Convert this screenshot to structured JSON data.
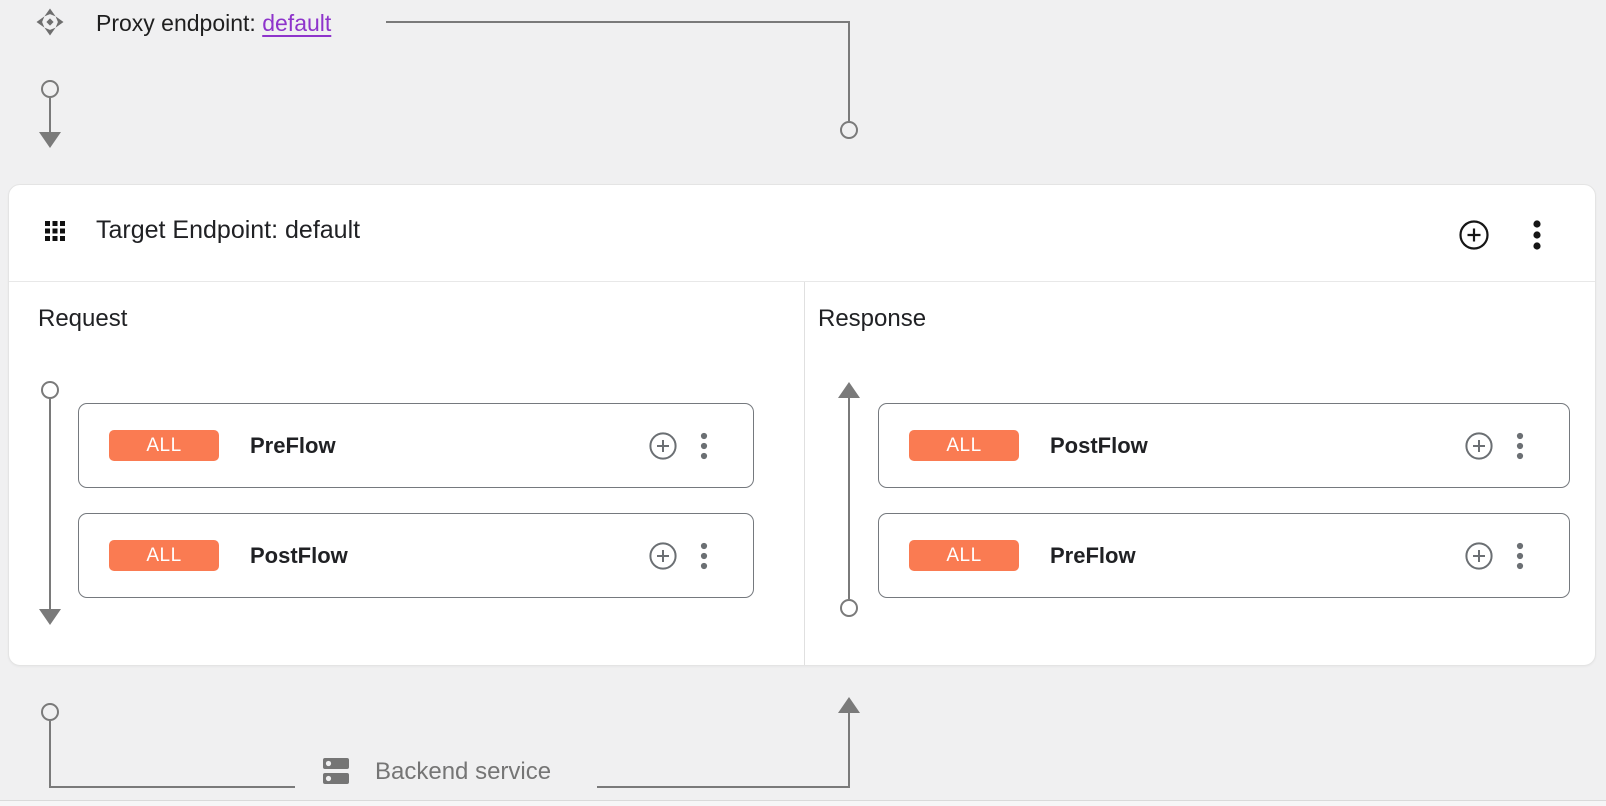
{
  "proxy_endpoint": {
    "label": "Proxy endpoint:",
    "link_text": "default"
  },
  "target_endpoint": {
    "title": "Target Endpoint: default",
    "header_icons": [
      "drag-grid-icon",
      "add-circle-icon",
      "more-vert-icon"
    ]
  },
  "request_column": {
    "label": "Request",
    "flows": [
      {
        "badge": "ALL",
        "name": "PreFlow"
      },
      {
        "badge": "ALL",
        "name": "PostFlow"
      }
    ]
  },
  "response_column": {
    "label": "Response",
    "flows": [
      {
        "badge": "ALL",
        "name": "PostFlow"
      },
      {
        "badge": "ALL",
        "name": "PreFlow"
      }
    ]
  },
  "backend": {
    "label": "Backend service"
  },
  "colors": {
    "badge_orange": "#FA7B52",
    "link_purple": "#8E34CB",
    "connector_gray": "#7A7A7A",
    "canvas_background": "#F0F0F1",
    "card_background": "#FFFFFF"
  }
}
